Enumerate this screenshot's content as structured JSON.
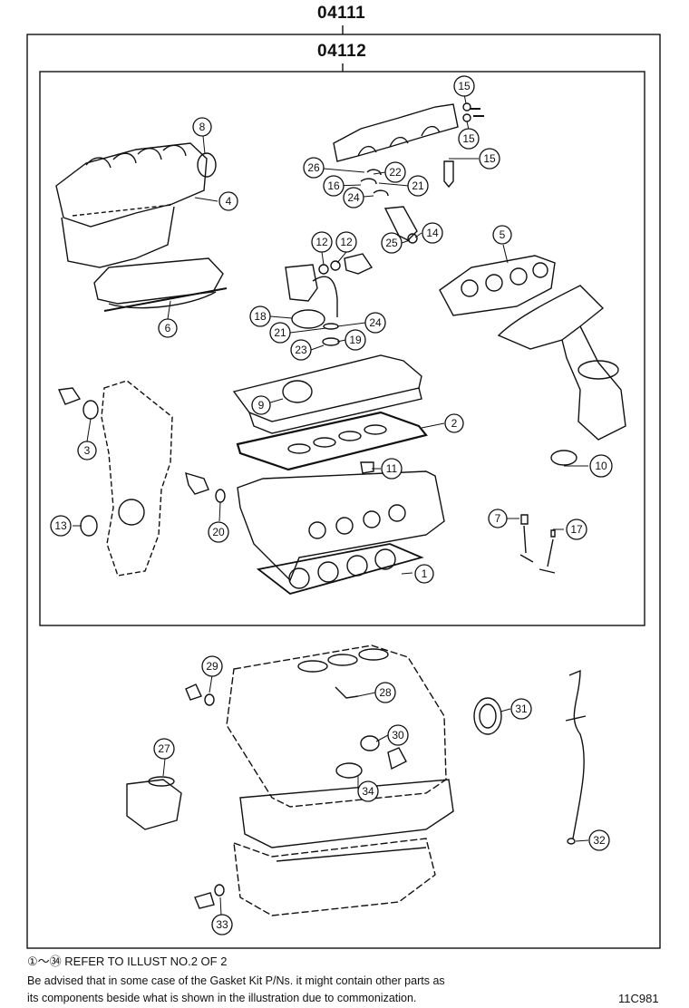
{
  "header": {
    "outer_part_no": "04111",
    "inner_part_no": "04112"
  },
  "callouts": {
    "c1": "1",
    "c2": "2",
    "c3": "3",
    "c4": "4",
    "c5": "5",
    "c6": "6",
    "c7": "7",
    "c8": "8",
    "c9": "9",
    "c10": "10",
    "c11": "11",
    "c12": "12",
    "c13": "13",
    "c14": "14",
    "c15": "15",
    "c16": "16",
    "c17": "17",
    "c18": "18",
    "c19": "19",
    "c20": "20",
    "c21": "21",
    "c22": "22",
    "c23": "23",
    "c24": "24",
    "c25": "25",
    "c26": "26",
    "c27": "27",
    "c28": "28",
    "c29": "29",
    "c30": "30",
    "c31": "31",
    "c32": "32",
    "c33": "33",
    "c34": "34"
  },
  "notes": {
    "refer": "①～㉞ REFER TO ILLUST NO.2 OF 2",
    "advice_line1": "Be advised that in some case of the Gasket Kit P/Ns.  it might contain other parts as",
    "advice_line2": "its components beside what is shown in the illustration due to commonization."
  },
  "illustration_code": "11C981"
}
